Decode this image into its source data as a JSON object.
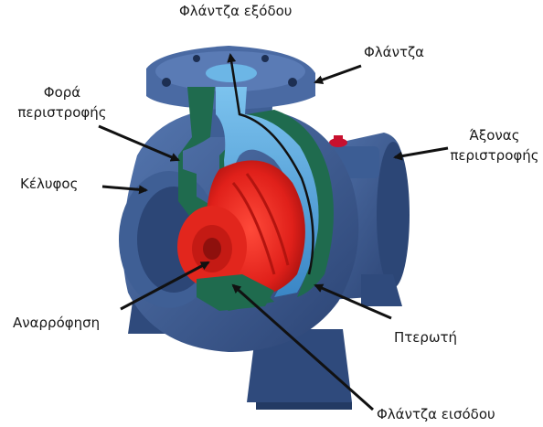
{
  "labels": {
    "outlet_flange": "Φλάντζα εξόδου",
    "flange": "Φλάντζα",
    "rotation_direction_line1": "Φορά",
    "rotation_direction_line2": "περιστροφής",
    "shaft_line1": "Άξονας",
    "shaft_line2": "περιστροφής",
    "casing": "Κέλυφος",
    "suction": "Αναρρόφηση",
    "impeller": "Πτερωτή",
    "inlet_flange": "Φλάντζα εισόδου"
  },
  "colors": {
    "casing_blue": "#3f5f95",
    "casing_dark": "#23365c",
    "cut_green": "#1f6b4e",
    "impeller_red": "#e0201a",
    "water_blue": "#4f9fd8",
    "arrow": "#111111"
  }
}
